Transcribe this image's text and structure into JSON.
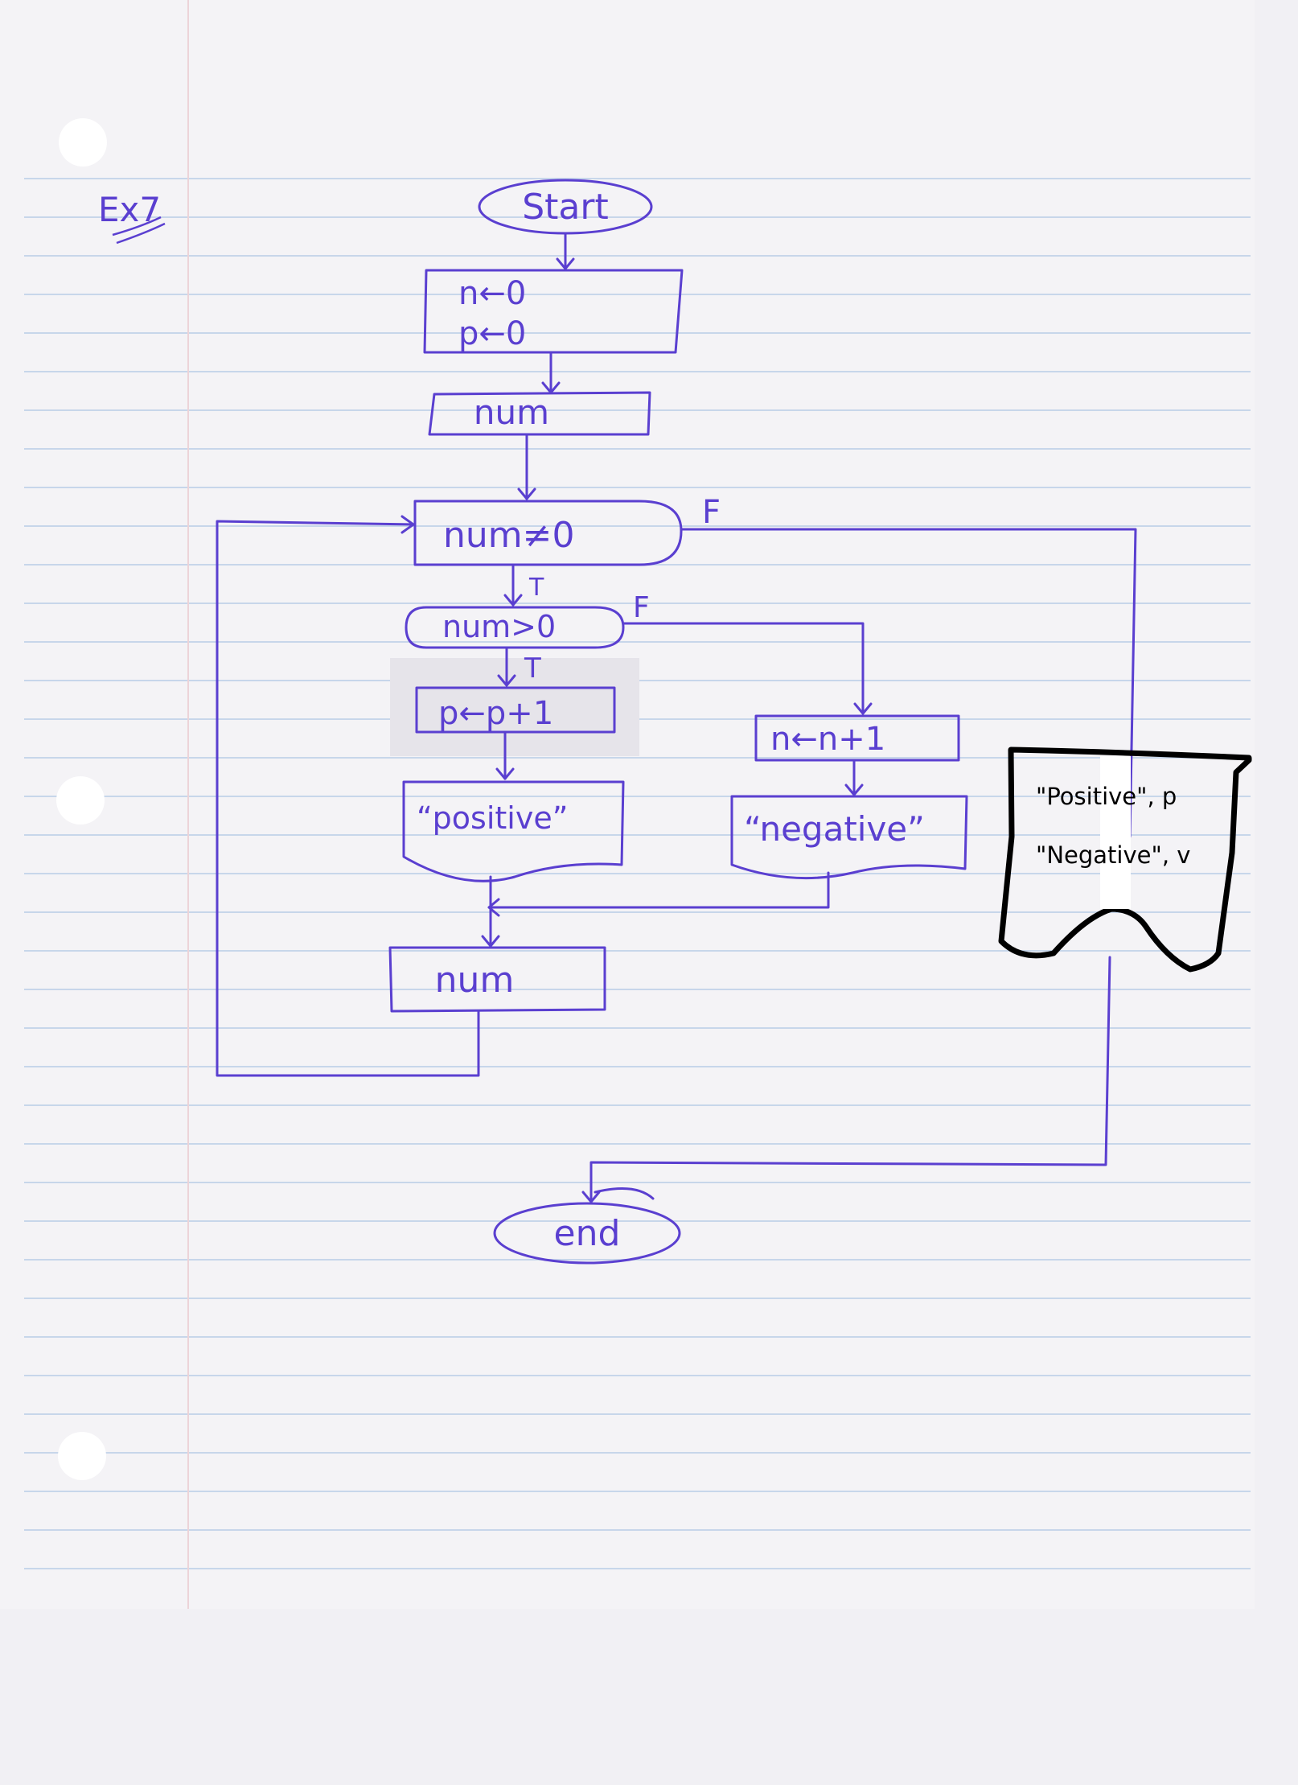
{
  "corner_label": "Ex7",
  "nodes": {
    "start": "Start",
    "init_n": "n←0",
    "init_p": "p←0",
    "input_num": "num",
    "loop_condition": "num≠0",
    "check_positive": "num>0",
    "increment_p": "p←p+1",
    "increment_n": "n←n+1",
    "output_positive": "“positive”",
    "output_negative": "“negative”",
    "input_num_loop": "num",
    "end": "end"
  },
  "branch_labels": {
    "loop_false": "F",
    "loop_true": "T",
    "check_false": "F",
    "check_true": "T"
  },
  "final_output": {
    "line1": "\"Positive\", p",
    "line2": "\"Negative\", v"
  },
  "colors": {
    "ink": "#5a3fd0",
    "marker": "#000000",
    "rule_line": "#c7d6ea",
    "margin_line": "#ecd4d8"
  }
}
